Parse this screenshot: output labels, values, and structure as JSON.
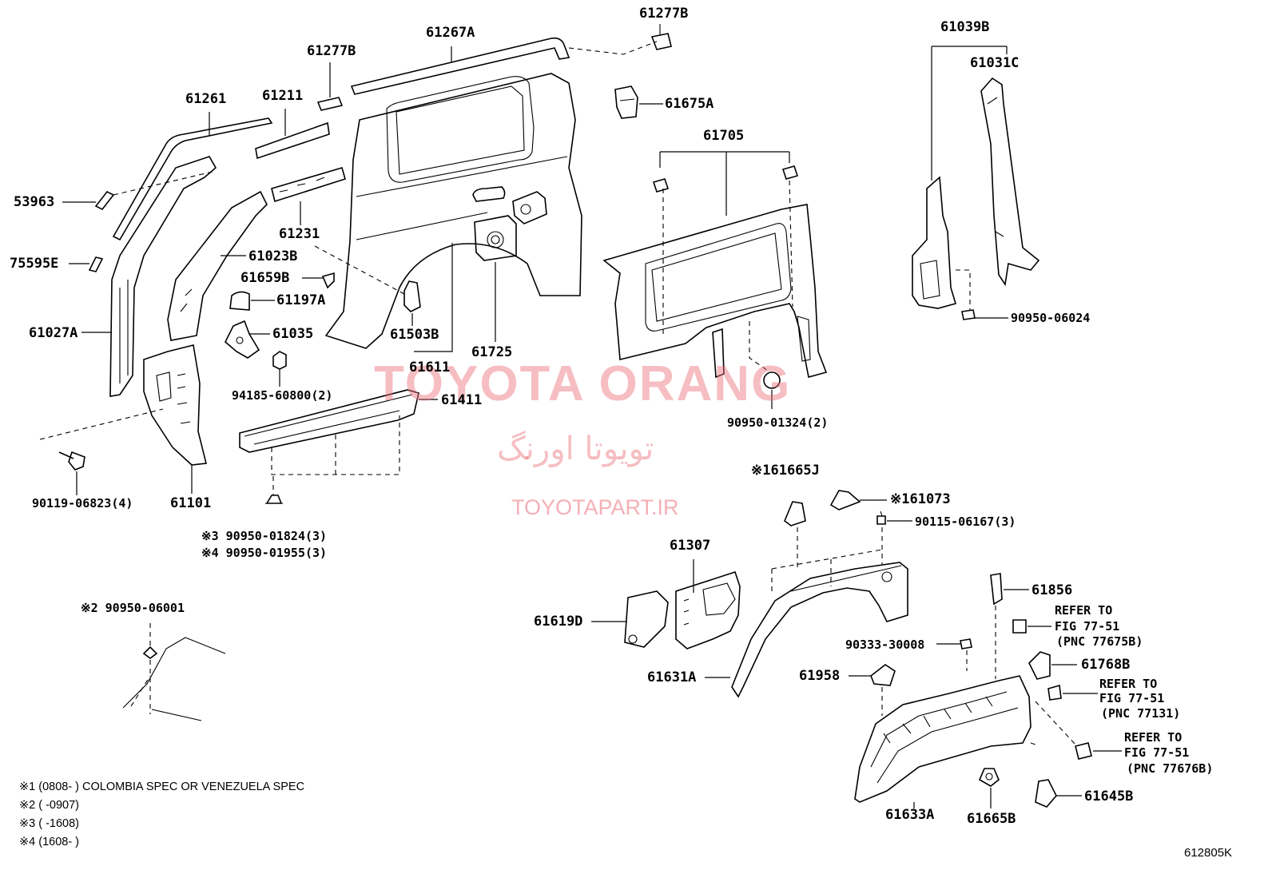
{
  "watermark": {
    "brand": "TOYOTA ORANG",
    "brand_fa": "تویوتا اورنگ",
    "site": "TOYOTAPART.IR"
  },
  "diagram_id": "612805K",
  "parts": {
    "p61277B_top": "61277B",
    "p61267A": "61267A",
    "p61277B": "61277B",
    "p61675A": "61675A",
    "p61261": "61261",
    "p61211": "61211",
    "p53963": "53963",
    "p61231": "61231",
    "p75595E": "75595E",
    "p61023B": "61023B",
    "p61659B": "61659B",
    "p61197A": "61197A",
    "p61027A": "61027A",
    "p61035": "61035",
    "p61503B": "61503B",
    "p61611": "61611",
    "p61725": "61725",
    "p94185": "94185-60800(2)",
    "p61411": "61411",
    "p61101": "61101",
    "p90119": "90119-06823(4)",
    "p90950_01824": "※3 90950-01824(3)",
    "p90950_01955": "※4 90950-01955(3)",
    "p61705": "61705",
    "p61039B": "61039B",
    "p61031C": "61031C",
    "p90950_06024": "90950-06024",
    "p90950_01324": "90950-01324(2)",
    "p61665J": "※161665J",
    "p61073": "※161073",
    "p90115": "90115-06167(3)",
    "p61307": "61307",
    "p61619D": "61619D",
    "p61631A": "61631A",
    "p61856": "61856",
    "p90333": "90333-30008",
    "p61958": "61958",
    "p61768B": "61768B",
    "p61633A": "61633A",
    "p61665B": "61665B",
    "p61645B": "61645B",
    "p90950_06001": "※2 90950-06001"
  },
  "refs": {
    "r1_line1": "REFER TO",
    "r1_line2": "FIG 77-51",
    "r1_line3": "(PNC 77675B)",
    "r2_line1": "REFER TO",
    "r2_line2": "FIG 77-51",
    "r2_line3": "(PNC 77131)",
    "r3_line1": "REFER TO",
    "r3_line2": "FIG 77-51",
    "r3_line3": "(PNC 77676B)"
  },
  "notes": {
    "n1": "※1 (0808-        ) COLOMBIA SPEC OR VENEZUELA SPEC",
    "n2": "※2 (        -0907)",
    "n3": "※3 (        -1608)",
    "n4": "※4 (1608-        )"
  }
}
